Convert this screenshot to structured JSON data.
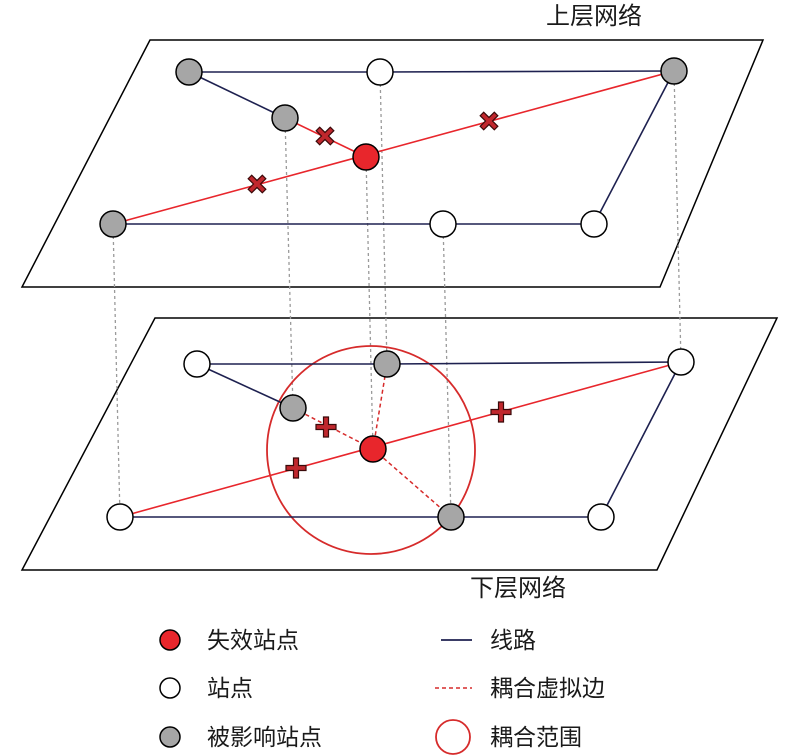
{
  "upper_layer": {
    "label": "上层网络"
  },
  "lower_layer": {
    "label": "下层网络"
  },
  "legend": {
    "failed_station": "失效站点",
    "station": "站点",
    "affected_station": "被影响站点",
    "line": "线路",
    "coupling_virtual_edge": "耦合虚拟边",
    "coupling_range": "耦合范围"
  },
  "colors": {
    "line": "#1e2150",
    "failed": "#e8262c",
    "affected": "#a6a6a6",
    "station": "#ffffff",
    "coupling": "#d62b2b",
    "vertical": "#9a9a9a",
    "cross": "#c0272d"
  }
}
